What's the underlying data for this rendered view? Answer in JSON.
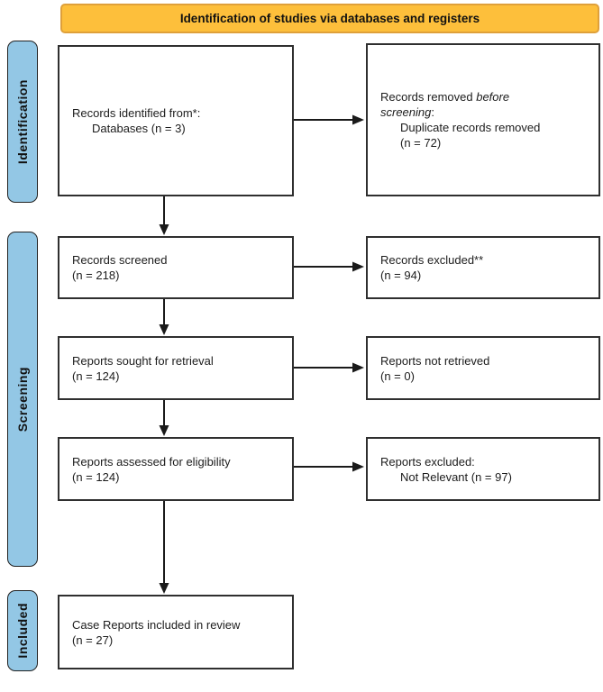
{
  "banner": {
    "label": "Identification of studies via databases and registers"
  },
  "colors": {
    "banner_bg": "#FDBF3B",
    "banner_border": "#DFA03A",
    "stage_bg": "#93C7E5",
    "box_border": "#2F2F2F",
    "arrow": "#1A1A1A"
  },
  "stages": {
    "identification": "Identification",
    "screening": "Screening",
    "included": "Included"
  },
  "boxes": {
    "records_identified": {
      "line1": "Records identified from*:",
      "line2": "Databases (n = 3)"
    },
    "records_removed": {
      "line1_text": "Records removed ",
      "line1_italic": "before",
      "line2_italic": "screening",
      "line2_suffix": ":",
      "line3": "Duplicate records removed",
      "line4": "(n = 72)"
    },
    "records_screened": {
      "line1": "Records screened",
      "line2": "(n = 218)"
    },
    "records_excluded": {
      "line1": "Records excluded**",
      "line2": "(n = 94)"
    },
    "reports_sought": {
      "line1": "Reports sought for retrieval",
      "line2": "(n = 124)"
    },
    "reports_not_retrieved": {
      "line1": "Reports not retrieved",
      "line2": "(n = 0)"
    },
    "reports_assessed": {
      "line1": "Reports assessed for eligibility",
      "line2": "(n = 124)"
    },
    "reports_excluded": {
      "line1": "Reports excluded:",
      "line2": "Not Relevant (n = 97)"
    },
    "included_review": {
      "line1": "Case Reports included in review",
      "line2": "(n = 27)"
    }
  }
}
